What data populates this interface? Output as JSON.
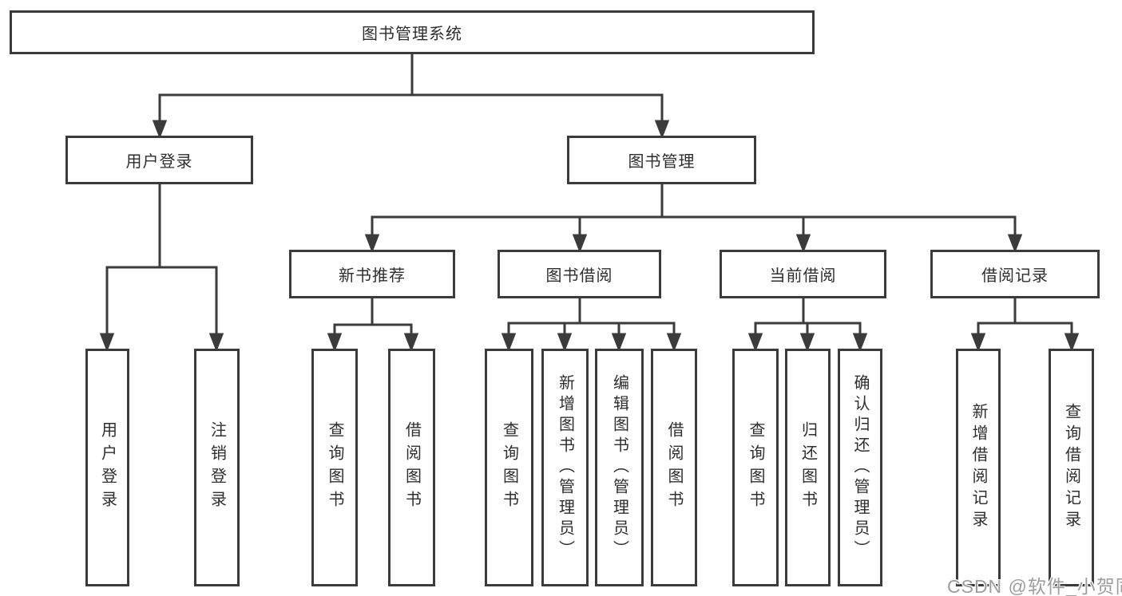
{
  "tree": {
    "root": {
      "label": "图书管理系统"
    },
    "branches": [
      {
        "label": "用户登录",
        "children": [
          {
            "label": "用户登录"
          },
          {
            "label": "注销登录"
          }
        ]
      },
      {
        "label": "图书管理",
        "groups": [
          {
            "label": "新书推荐",
            "children": [
              {
                "label": "查询图书"
              },
              {
                "label": "借阅图书"
              }
            ]
          },
          {
            "label": "图书借阅",
            "children": [
              {
                "label": "查询图书"
              },
              {
                "label": "新增图书（管理员）"
              },
              {
                "label": "编辑图书（管理员）"
              },
              {
                "label": "借阅图书"
              }
            ]
          },
          {
            "label": "当前借阅",
            "children": [
              {
                "label": "查询图书"
              },
              {
                "label": "归还图书"
              },
              {
                "label": "确认归还（管理员）"
              }
            ]
          },
          {
            "label": "借阅记录",
            "children": [
              {
                "label": "新增借阅记录"
              },
              {
                "label": "查询借阅记录"
              }
            ]
          }
        ]
      }
    ]
  },
  "watermark": "CSDN @软件_小贺同学",
  "colors": {
    "line": "#3b3b3b",
    "box_border": "#3b3b3b",
    "text": "#2e2e2e",
    "watermark": "#9d9d9d",
    "background": "#ffffff"
  }
}
